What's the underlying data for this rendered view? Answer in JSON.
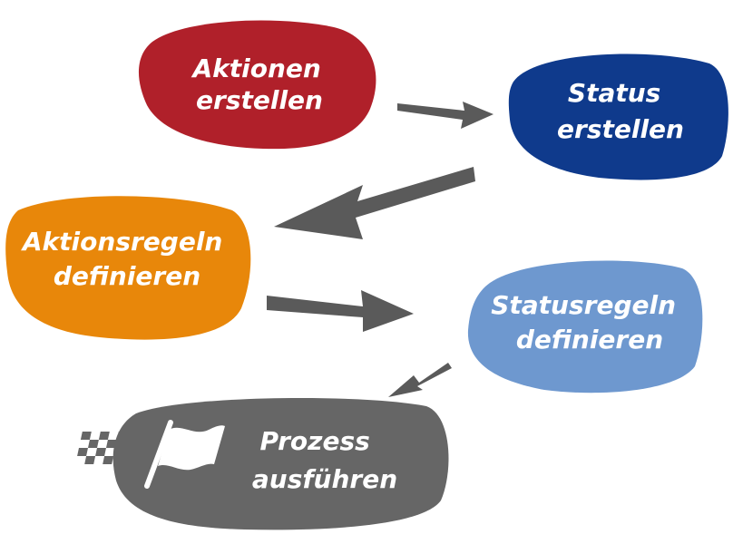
{
  "steps": {
    "aktionen_erstellen": {
      "line1": "Aktionen",
      "line2": "erstellen",
      "color": "#b0202a"
    },
    "status_erstellen": {
      "line1": "Status",
      "line2": "erstellen",
      "color": "#0f3a8c"
    },
    "aktionsregeln_definieren": {
      "line1": "Aktionsregeln",
      "line2": "definieren",
      "color": "#e8870a"
    },
    "statusregeln_definieren": {
      "line1": "Statusregeln",
      "line2": "definieren",
      "color": "#6e98cf"
    },
    "prozess_ausfuehren": {
      "line1": "Prozess",
      "line2": "ausführen",
      "color": "#666666"
    }
  },
  "icons": {
    "finish": "checkered-flag-icon"
  },
  "arrow_color": "#5a5a5a"
}
